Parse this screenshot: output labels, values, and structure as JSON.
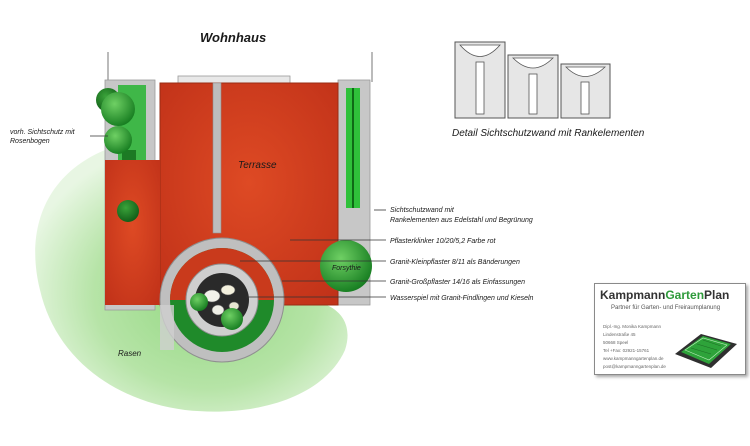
{
  "labels": {
    "house": "Wohnhaus",
    "detail": "Detail Sichtschutzwand mit Rankelementen",
    "terrace": "Terrasse",
    "lawn": "Rasen",
    "forsythia": "Forsythie",
    "privacy_existing_1": "vorh. Sichtschutz mit",
    "privacy_existing_2": "Rosenbogen",
    "wall_1": "Sichtschutzwand mit",
    "wall_2": "Rankelementen aus Edelstahl und Begrünung",
    "clinker": "Pflasterklinker 10/20/5,2 Farbe rot",
    "small_paving": "Granit-Kleinpflaster 8/11 als Bänderungen",
    "large_paving": "Granit-Großpflaster 14/16 als Einfassungen",
    "water": "Wasserspiel mit Granit-Findlingen und Kieseln"
  },
  "card": {
    "brand_a": "Kampmann",
    "brand_b": "Garten",
    "brand_c": "Plan",
    "tagline": "Partner für Garten- und Freiraumplanung",
    "name": "Dipl.-Ing. Monika Kampmann",
    "street": "Lindenstraße 45",
    "city": "50668 Speel",
    "phone": "Tel +Fax: 02921-15761",
    "web": "www.kampmanngartenplan.de",
    "mail": "post@kampmanngartenplan.de"
  },
  "colors": {
    "clinker_red": "#cc3a1f",
    "lawn_green": "#9cd88a",
    "plant_green": "#1f8f2a",
    "paving_grey": "#c9c9c9"
  }
}
